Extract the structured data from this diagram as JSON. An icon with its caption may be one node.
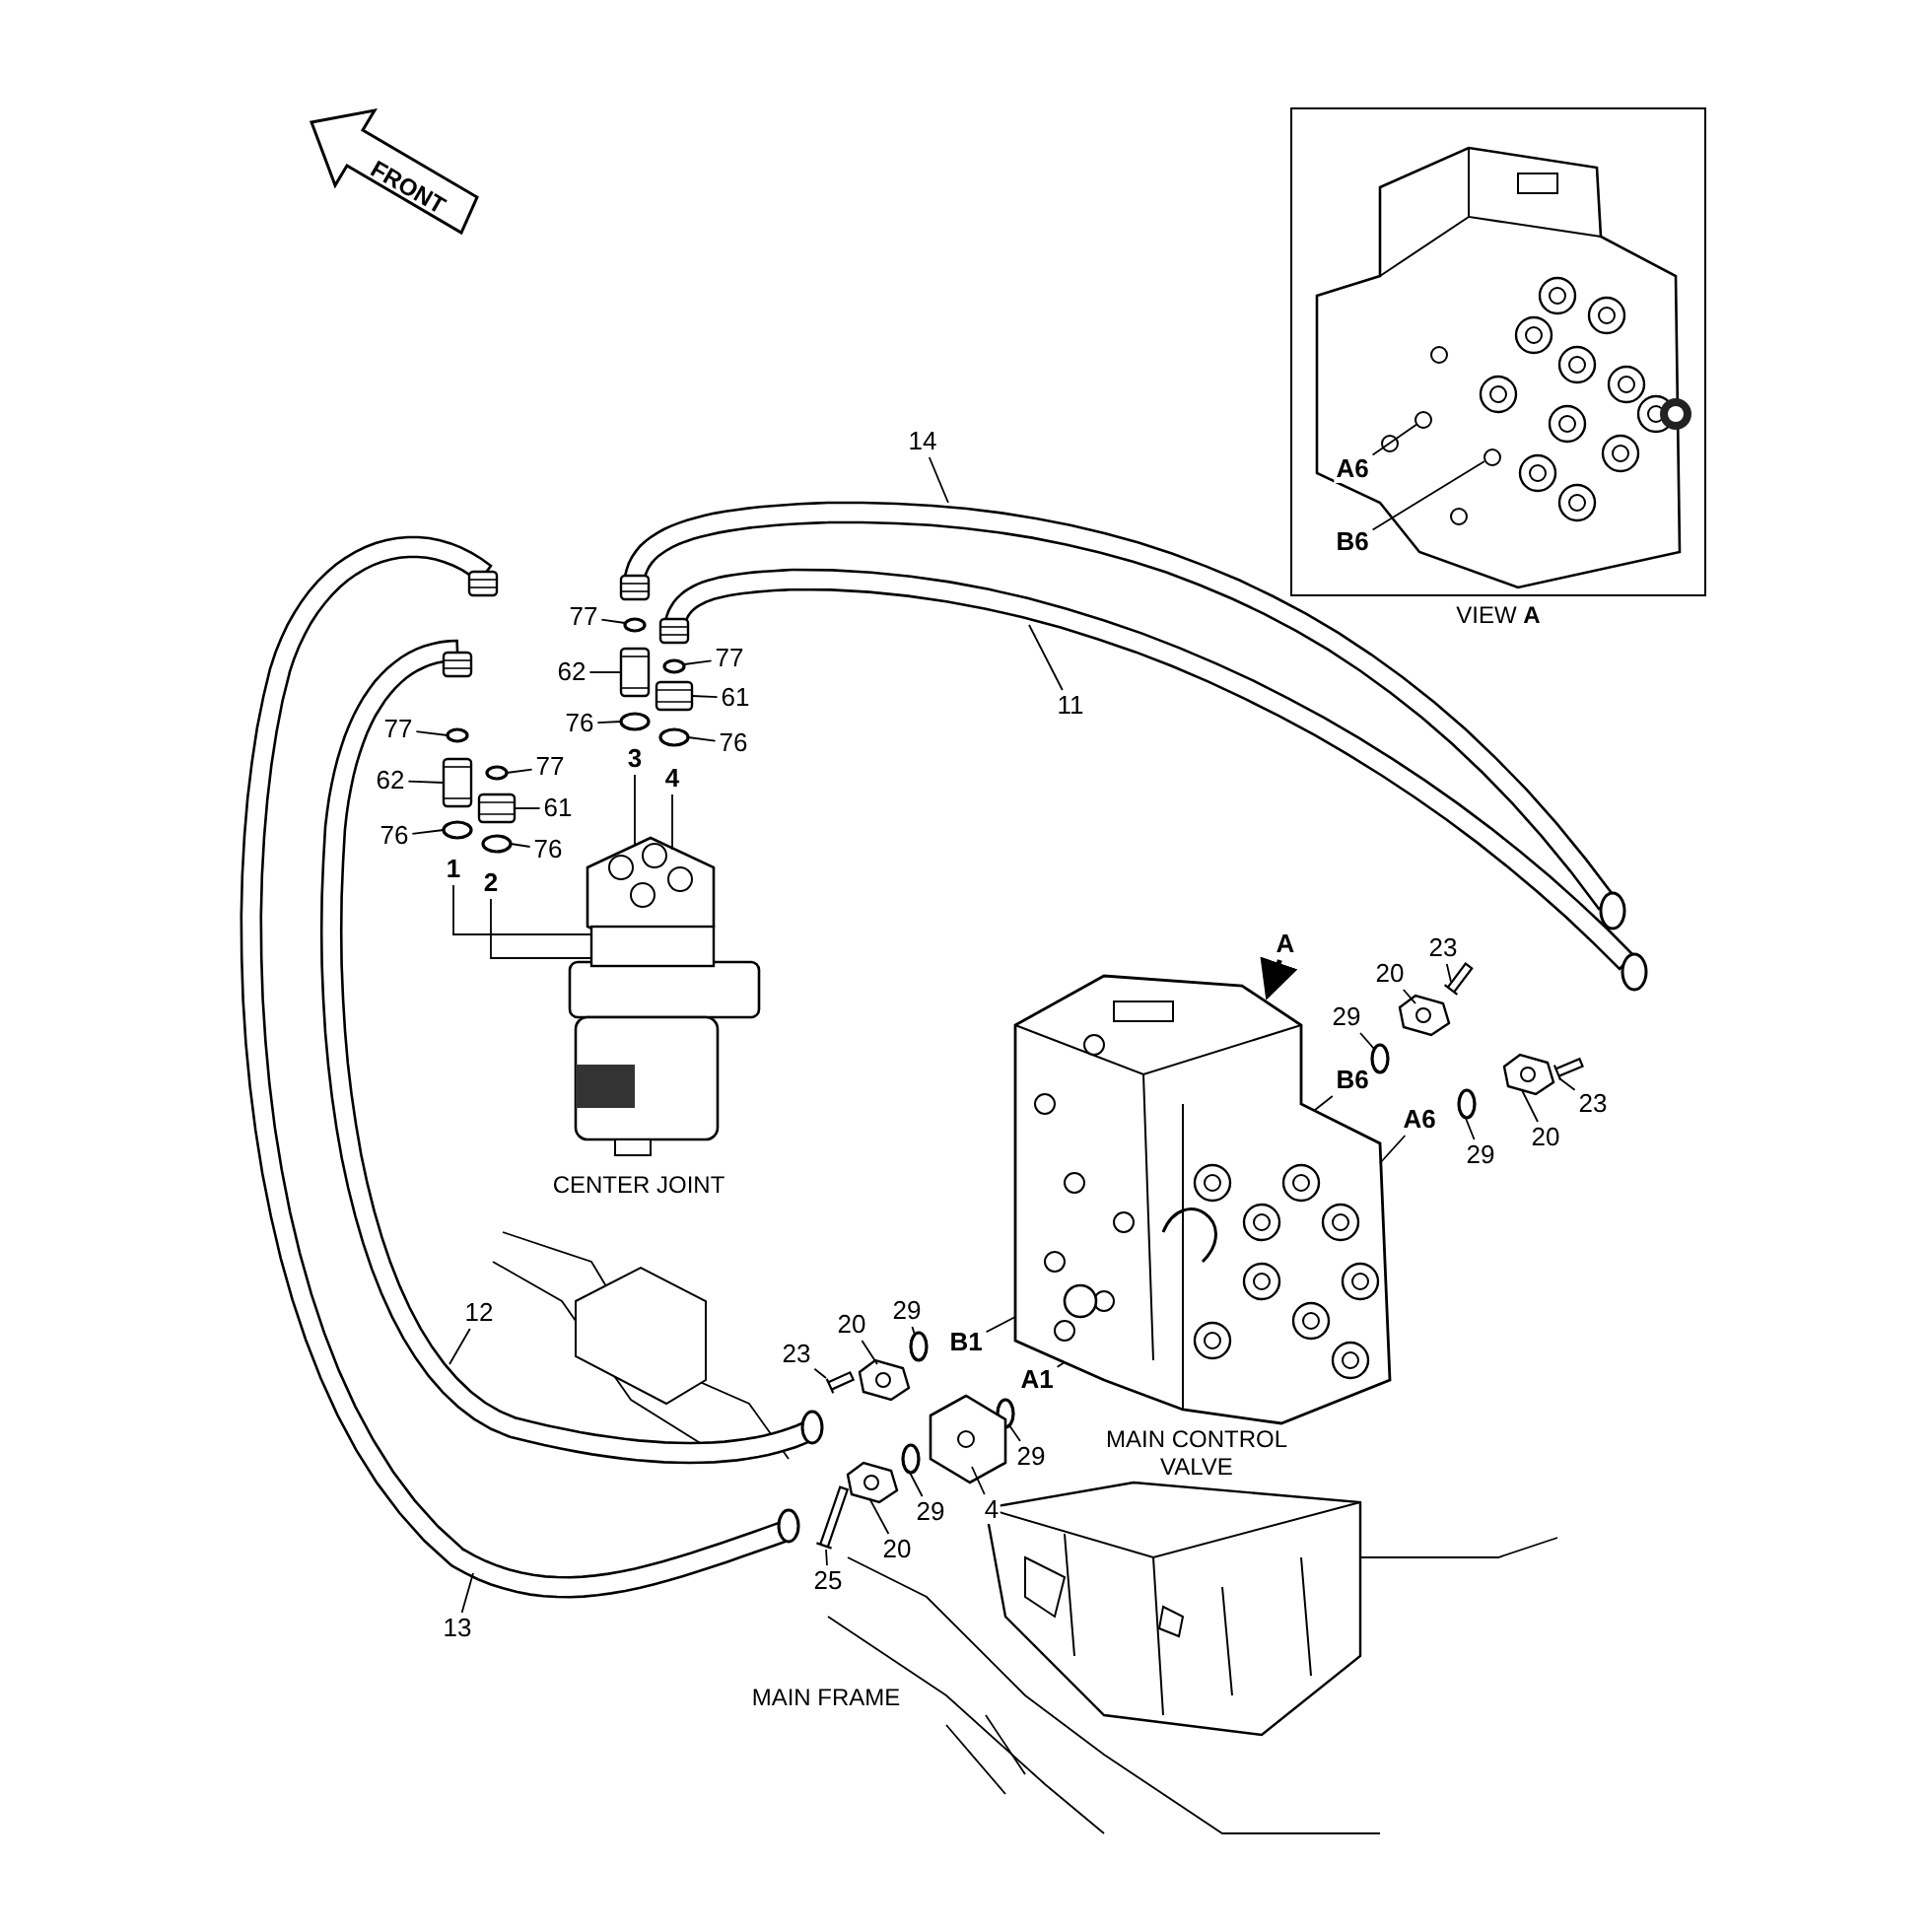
{
  "diagram": {
    "nodes": [
      {
        "text": [
          "14"
        ]
      },
      {
        "text": [
          "11"
        ]
      },
      {
        "text": [
          "77"
        ]
      },
      {
        "text": [
          "62"
        ]
      },
      {
        "text": [
          "77"
        ]
      },
      {
        "text": [
          "61"
        ]
      },
      {
        "text": [
          "76"
        ]
      },
      {
        "text": [
          "76"
        ]
      },
      {
        "text": [
          "3"
        ]
      },
      {
        "text": [
          "4"
        ]
      },
      {
        "text": [
          "77"
        ]
      },
      {
        "text": [
          "62"
        ]
      },
      {
        "text": [
          "77"
        ]
      },
      {
        "text": [
          "61"
        ]
      },
      {
        "text": [
          "76"
        ]
      },
      {
        "text": [
          "76"
        ]
      },
      {
        "text": [
          "1"
        ]
      },
      {
        "text": [
          "2"
        ]
      },
      {
        "text": [
          "A6"
        ]
      },
      {
        "text": [
          "B6"
        ]
      },
      {
        "text": [
          "23"
        ]
      },
      {
        "text": [
          "20"
        ]
      },
      {
        "text": [
          "29"
        ]
      },
      {
        "text": [
          "B6"
        ]
      },
      {
        "text": [
          "A6"
        ]
      },
      {
        "text": [
          "23"
        ]
      },
      {
        "text": [
          "20"
        ]
      },
      {
        "text": [
          "29"
        ]
      },
      {
        "text": [
          "12"
        ]
      },
      {
        "text": [
          "20"
        ]
      },
      {
        "text": [
          "29"
        ]
      },
      {
        "text": [
          "23"
        ]
      },
      {
        "text": [
          "B1"
        ]
      },
      {
        "text": [
          "A1"
        ]
      },
      {
        "text": [
          "29"
        ]
      },
      {
        "text": [
          "29"
        ]
      },
      {
        "text": [
          "4"
        ]
      },
      {
        "text": [
          "20"
        ]
      },
      {
        "text": [
          "25"
        ]
      },
      {
        "text": [
          "13"
        ]
      },
      {
        "text": [],
        "shape": "hose"
      },
      {
        "text": [],
        "shape": "hose"
      },
      {
        "text": [],
        "shape": "hose"
      },
      {
        "text": [],
        "shape": "hose"
      },
      {
        "text": [],
        "shape": "ring"
      },
      {
        "text": [],
        "shape": "fitting"
      },
      {
        "text": [],
        "shape": "ring"
      },
      {
        "text": [],
        "shape": "fitting"
      },
      {
        "text": [],
        "shape": "ring"
      },
      {
        "text": [],
        "shape": "ring"
      },
      {
        "text": [],
        "shape": "picture"
      },
      {
        "text": [],
        "shape": "ring"
      },
      {
        "text": [],
        "shape": "fitting"
      },
      {
        "text": [],
        "shape": "ring"
      },
      {
        "text": [],
        "shape": "fitting"
      },
      {
        "text": [],
        "shape": "ring"
      },
      {
        "text": [],
        "shape": "ring"
      },
      {
        "text": [],
        "shape": "circle"
      },
      {
        "text": [],
        "shape": "circle"
      },
      {
        "text": [],
        "shape": "bolt"
      },
      {
        "text": [],
        "shape": "flange"
      },
      {
        "text": [],
        "shape": "ring"
      },
      {
        "text": [],
        "shape": "picture"
      },
      {
        "text": [],
        "shape": "bolt"
      },
      {
        "text": [],
        "shape": "flange"
      },
      {
        "text": [],
        "shape": "ring"
      },
      {
        "text": [],
        "shape": "flange"
      },
      {
        "text": [],
        "shape": "ring"
      },
      {
        "text": [],
        "shape": "bolt"
      },
      {
        "text": [],
        "shape": "ring"
      },
      {
        "text": [],
        "shape": "ring"
      },
      {
        "text": [],
        "shape": "box"
      },
      {
        "text": [],
        "shape": "flange"
      },
      {
        "text": [],
        "shape": "bolt"
      },
      {
        "text": [
          "A"
        ]
      }
    ],
    "edges": [
      {
        "from": 0,
        "to": 40,
        "arrow": "none"
      },
      {
        "from": 1,
        "to": 41,
        "arrow": "none"
      },
      {
        "from": 2,
        "to": 44,
        "arrow": "none"
      },
      {
        "from": 3,
        "to": 45,
        "arrow": "none"
      },
      {
        "from": 4,
        "to": 46,
        "arrow": "none"
      },
      {
        "from": 5,
        "to": 47,
        "arrow": "none"
      },
      {
        "from": 6,
        "to": 48,
        "arrow": "none"
      },
      {
        "from": 7,
        "to": 49,
        "arrow": "none"
      },
      {
        "from": 8,
        "to": 50,
        "arrow": "none"
      },
      {
        "from": 9,
        "to": 50,
        "arrow": "none"
      },
      {
        "from": 10,
        "to": 51,
        "arrow": "none"
      },
      {
        "from": 11,
        "to": 52,
        "arrow": "none"
      },
      {
        "from": 12,
        "to": 53,
        "arrow": "none"
      },
      {
        "from": 13,
        "to": 54,
        "arrow": "none"
      },
      {
        "from": 14,
        "to": 55,
        "arrow": "none"
      },
      {
        "from": 15,
        "to": 56,
        "arrow": "none"
      },
      {
        "from": 16,
        "to": 50,
        "arrow": "none"
      },
      {
        "from": 17,
        "to": 50,
        "arrow": "none"
      },
      {
        "from": 18,
        "to": 57,
        "arrow": "none"
      },
      {
        "from": 19,
        "to": 58,
        "arrow": "none"
      },
      {
        "from": 20,
        "to": 59,
        "arrow": "none"
      },
      {
        "from": 21,
        "to": 60,
        "arrow": "none"
      },
      {
        "from": 22,
        "to": 61,
        "arrow": "none"
      },
      {
        "from": 23,
        "to": 62,
        "arrow": "none"
      },
      {
        "from": 24,
        "to": 62,
        "arrow": "none"
      },
      {
        "from": 25,
        "to": 63,
        "arrow": "none"
      },
      {
        "from": 26,
        "to": 64,
        "arrow": "none"
      },
      {
        "from": 27,
        "to": 65,
        "arrow": "none"
      },
      {
        "from": 28,
        "to": 42,
        "arrow": "none"
      },
      {
        "from": 29,
        "to": 66,
        "arrow": "none"
      },
      {
        "from": 30,
        "to": 67,
        "arrow": "none"
      },
      {
        "from": 31,
        "to": 68,
        "arrow": "none"
      },
      {
        "from": 32,
        "to": 62,
        "arrow": "none"
      },
      {
        "from": 33,
        "to": 62,
        "arrow": "none"
      },
      {
        "from": 34,
        "to": 69,
        "arrow": "none"
      },
      {
        "from": 35,
        "to": 70,
        "arrow": "none"
      },
      {
        "from": 36,
        "to": 71,
        "arrow": "none"
      },
      {
        "from": 37,
        "to": 72,
        "arrow": "none"
      },
      {
        "from": 38,
        "to": 73,
        "arrow": "none"
      },
      {
        "from": 39,
        "to": 43,
        "arrow": "none"
      },
      {
        "from": 74,
        "to": 62,
        "arrow": "to",
        "style": "thick"
      }
    ],
    "labels": [
      "FRONT",
      "VIEW **A**",
      "CENTER JOINT",
      "MAIN CONTROL VALVE",
      "MAIN FRAME"
    ]
  }
}
